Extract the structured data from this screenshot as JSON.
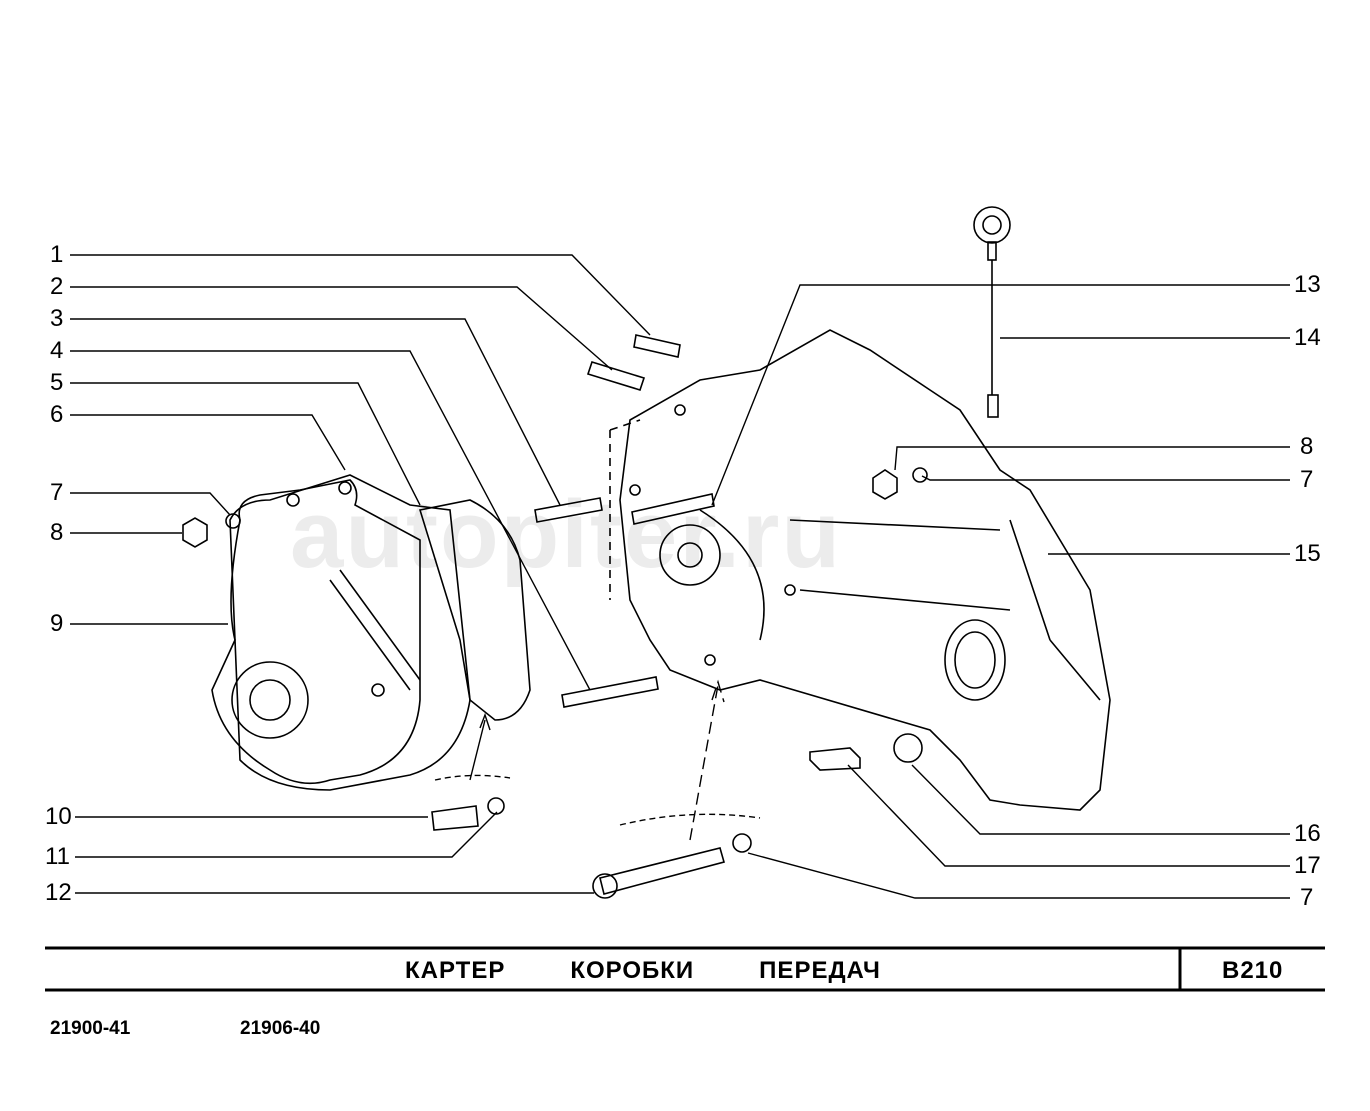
{
  "diagram": {
    "title": "КАРТЕР   КОРОБКИ   ПЕРЕДАЧ",
    "page_code": "B210",
    "model_codes": [
      "21900-41",
      "21906-40"
    ],
    "watermark": "autopiter.ru",
    "left_callouts": [
      "1",
      "2",
      "3",
      "4",
      "5",
      "6",
      "7",
      "8",
      "9",
      "10",
      "11",
      "12"
    ],
    "right_callouts": [
      "13",
      "14",
      "8",
      "7",
      "15",
      "16",
      "17",
      "7"
    ]
  }
}
